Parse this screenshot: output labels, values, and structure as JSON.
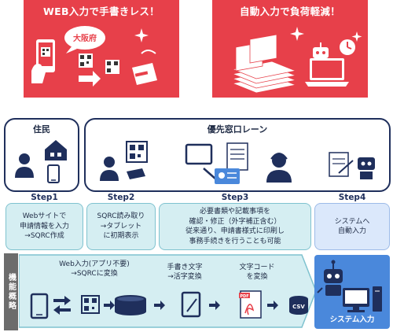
{
  "banners": {
    "left_title": "WEB入力で手書きレス！",
    "right_title": "自動入力で負荷軽減！",
    "left_sign": "大阪府"
  },
  "roles": {
    "resident": "住民",
    "priority_window": "優先窓口レーン"
  },
  "steps": [
    {
      "label": "Step1",
      "lines": [
        "Webサイトで",
        "申請情報を入力",
        "→SQRC作成"
      ]
    },
    {
      "label": "Step2",
      "lines": [
        "SQRC読み取り",
        "→タブレット",
        "に初期表示"
      ]
    },
    {
      "label": "Step3",
      "lines": [
        "必要書類や記載事項を",
        "確認・修正（外字補正含む）",
        "従来通り、申請書様式に印刷し",
        "事務手続きを行うことも可能"
      ]
    },
    {
      "label": "Step4",
      "lines": [
        "システムへ",
        "自動入力"
      ]
    }
  ],
  "functions": {
    "section_label": "機能概略",
    "web_input": [
      "Web入力(アプリ不要)",
      "→SQRCに変換"
    ],
    "handwriting": [
      "手書き文字",
      "→活字変換"
    ],
    "char_code": [
      "文字コード",
      "を変換"
    ],
    "system_input": "システム入力",
    "pdf_tag": "PDF",
    "csv_tag": "CSV"
  },
  "colors": {
    "banner_red": "#e7404a",
    "navy": "#1f2f5c",
    "teal_box": "#d5eef2",
    "system_blue": "#4a88db"
  }
}
